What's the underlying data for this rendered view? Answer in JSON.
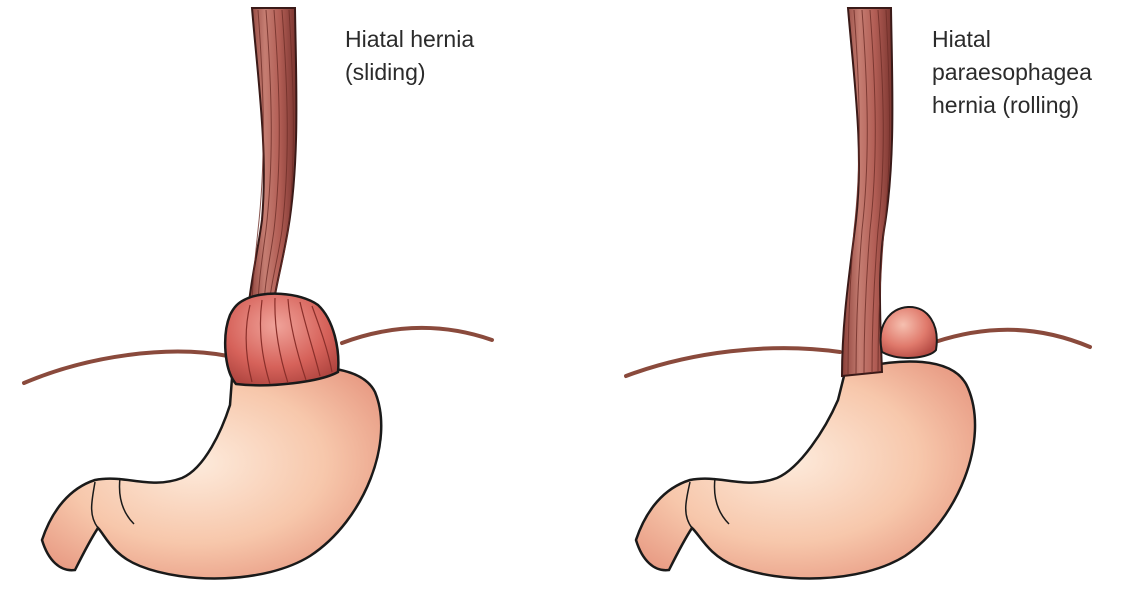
{
  "figure": {
    "panels": [
      {
        "id": "sliding",
        "label": "Hiatal hernia\n(sliding)"
      },
      {
        "id": "rolling",
        "label": "Hiatal\nparaesophagea\nhernia (rolling)"
      }
    ]
  },
  "colors": {
    "esophagus": "#b4625a",
    "esophagus_dark": "#6e2e28",
    "stomach_light": "#fbe0cc",
    "stomach_mid": "#f2b598",
    "stomach_edge": "#e08a6e",
    "herniated_tissue": "#d9675e",
    "diaphragm": "#8a4a3c",
    "outline": "#1a1a1a",
    "label_text": "#2b2b2b"
  }
}
